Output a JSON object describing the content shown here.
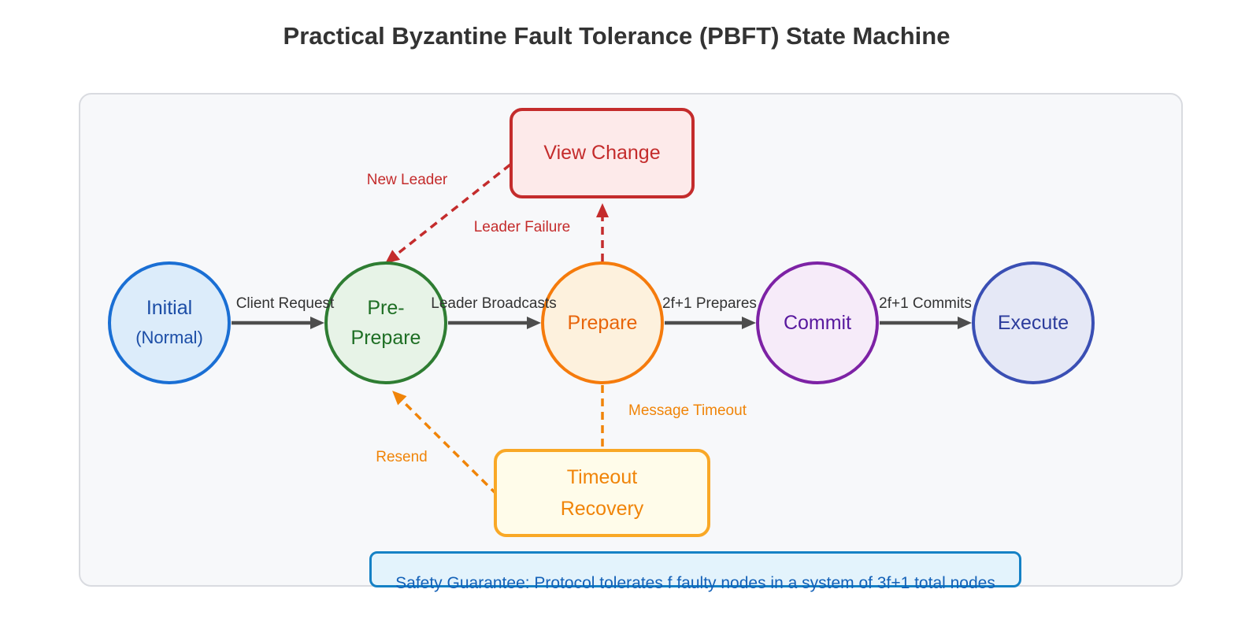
{
  "title": "Practical Byzantine Fault Tolerance (PBFT) State Machine",
  "states": {
    "initial": {
      "line1": "Initial",
      "line2": "(Normal)"
    },
    "pre_prepare": {
      "line1": "Pre-",
      "line2": "Prepare"
    },
    "prepare": {
      "label": "Prepare"
    },
    "commit": {
      "label": "Commit"
    },
    "execute": {
      "label": "Execute"
    },
    "view_change": {
      "label": "View Change"
    },
    "timeout_recovery": {
      "line1": "Timeout",
      "line2": "Recovery"
    }
  },
  "transitions": {
    "client_request": "Client Request",
    "leader_broadcasts": "Leader Broadcasts",
    "prepares": "2f+1 Prepares",
    "commits": "2f+1 Commits",
    "new_leader": "New Leader",
    "leader_failure": "Leader Failure",
    "message_timeout": "Message Timeout",
    "resend": "Resend"
  },
  "note": {
    "text": "Safety Guarantee: Protocol tolerates f faulty nodes in a system of 3f+1 total nodes"
  },
  "colors": {
    "title_text": "#333333",
    "canvas_fill": "#f7f8fa",
    "canvas_border": "#d9dbe0",
    "arrow_gray": "#4d4d4d",
    "edge_label_text": "#333333",
    "red": "#c42c2c",
    "red_fill": "#fdeaea",
    "orange": "#f57b0c",
    "orange_fill": "#fdf1dd",
    "amber_border": "#f9a826",
    "amber_fill": "#fffcea",
    "green": "#2e7d32",
    "green_fill": "#e7f3e7",
    "blue": "#1a6fd4",
    "blue_fill": "#dcecfa",
    "purple": "#7d22a5",
    "purple_fill": "#f6ebf9",
    "indigo": "#3a4fb4",
    "indigo_fill": "#e5e8f6",
    "note_border": "#1581c5",
    "note_fill": "#e3f3fc",
    "note_text": "#1361b8"
  }
}
